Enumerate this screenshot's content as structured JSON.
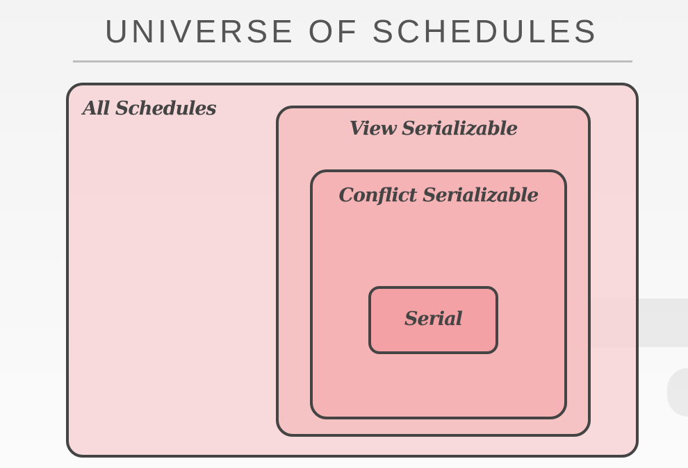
{
  "title": "UNIVERSE OF SCHEDULES",
  "sets": {
    "all": {
      "label": "All Schedules",
      "color": "#f7dadb"
    },
    "view": {
      "label": "View Serializable",
      "color": "#f6c6c8"
    },
    "conflict": {
      "label": "Conflict Serializable",
      "color": "#f5b3b5"
    },
    "serial": {
      "label": "Serial",
      "color": "#f3a1a4"
    }
  }
}
